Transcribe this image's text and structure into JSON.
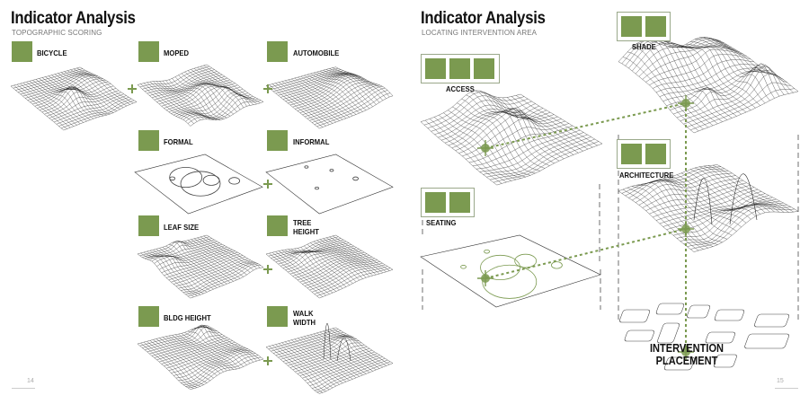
{
  "left_page": {
    "title": "Indicator Analysis",
    "subtitle": "TOPOGRAPHIC SCORING",
    "page_number": "14",
    "indicators": [
      {
        "label": "BICYCLE",
        "icon": "bicycle-icon"
      },
      {
        "label": "MOPED",
        "icon": "moped-icon"
      },
      {
        "label": "AUTOMOBILE",
        "icon": "car-icon"
      },
      {
        "label": "FORMAL",
        "icon": "chair-icon"
      },
      {
        "label": "INFORMAL",
        "icon": "bench-icon"
      },
      {
        "label": "LEAF SIZE",
        "icon": "leaf-icon"
      },
      {
        "label": "TREE HEIGHT",
        "icon": "tree-height-icon"
      },
      {
        "label": "BLDG HEIGHT",
        "icon": "building-height-icon"
      },
      {
        "label": "WALK WIDTH",
        "icon": "walk-width-icon"
      }
    ]
  },
  "right_page": {
    "title": "Indicator Analysis",
    "subtitle": "LOCATING INTERVENTION AREA",
    "page_number": "15",
    "groups": [
      {
        "label": "ACCESS"
      },
      {
        "label": "SEATING"
      },
      {
        "label": "SHADE"
      },
      {
        "label": "ARCHITECTURE"
      }
    ],
    "result_label": "INTERVENTION PLACEMENT"
  },
  "colors": {
    "accent": "#7b9a50",
    "text": "#111111"
  }
}
